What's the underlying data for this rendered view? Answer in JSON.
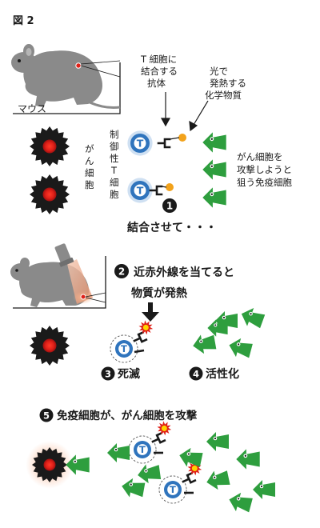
{
  "figure": {
    "title": "図 2"
  },
  "panel1": {
    "mouse_label": "マウス",
    "antibody_label": [
      "T 細胞に",
      "結合する",
      "抗体"
    ],
    "chemical_label": [
      "光で",
      "発熱する",
      "化学物質"
    ],
    "cancer_label": [
      "が",
      "ん",
      "細",
      "胞"
    ],
    "treg_label": [
      "制",
      "御",
      "性",
      "T",
      "細",
      "胞"
    ],
    "immune_label": [
      "がん細胞を",
      "攻撃しようと",
      "狙う免疫細胞"
    ],
    "t_letter": "T",
    "step1": {
      "number": "1",
      "text": "結合させて・・・"
    }
  },
  "panel2": {
    "step2": {
      "number": "2",
      "text": [
        "近赤外線を当てると",
        "物質が発熱"
      ]
    },
    "step3": {
      "number": "3",
      "text": "死滅"
    },
    "step4": {
      "number": "4",
      "text": "活性化"
    }
  },
  "panel3": {
    "step5": {
      "number": "5",
      "text": "免疫細胞が、がん細胞を攻撃"
    }
  },
  "colors": {
    "mouse_gray": "#8a8a8a",
    "tcell_blue": "#2f74bd",
    "immune_green": "#2e9e3e",
    "cancer_red": "#e02018",
    "heat_orange": "#f2a21b",
    "light_beam": "#f0c2a8"
  }
}
